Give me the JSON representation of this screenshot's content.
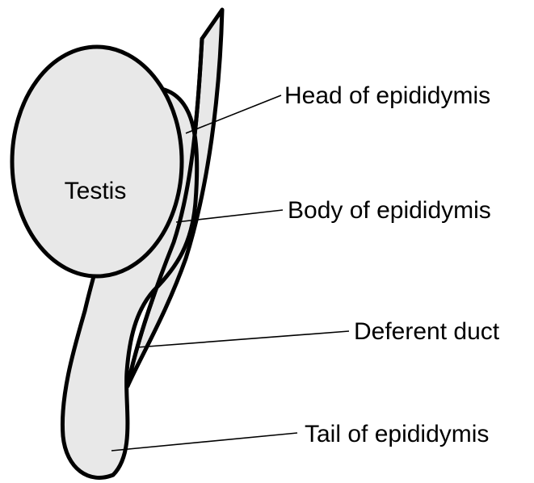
{
  "diagram": {
    "testis_label": "Testis",
    "labels": {
      "head": "Head of epididymis",
      "body": "Body of epididymis",
      "deferent_duct": "Deferent duct",
      "tail": "Tail of epididymis"
    },
    "colors": {
      "fill": "#e8e8e8",
      "outline": "#000000",
      "background": "#ffffff"
    }
  }
}
